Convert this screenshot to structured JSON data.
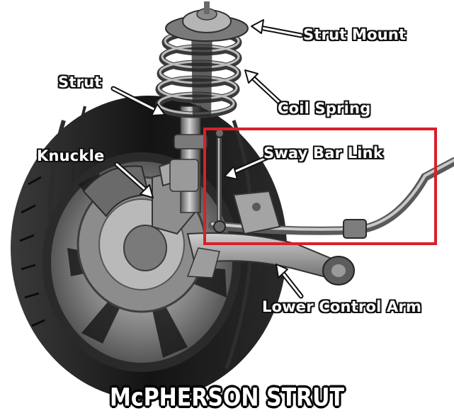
{
  "labels": {
    "strut_mount": "Strut Mount",
    "strut": "Strut",
    "coil_spring": "Coil Spring",
    "sway_bar_link": "Sway Bar Link",
    "knuckle": "Knuckle",
    "lower_control_arm": "Lower Control Arm"
  },
  "title": "McPHERSON STRUT",
  "colors": {
    "highlight_box": "#d9202a",
    "label_fill": "#ffffff",
    "label_outline": "#111111",
    "tire": "#1b1b1b",
    "metal": "#9a9a9a"
  }
}
